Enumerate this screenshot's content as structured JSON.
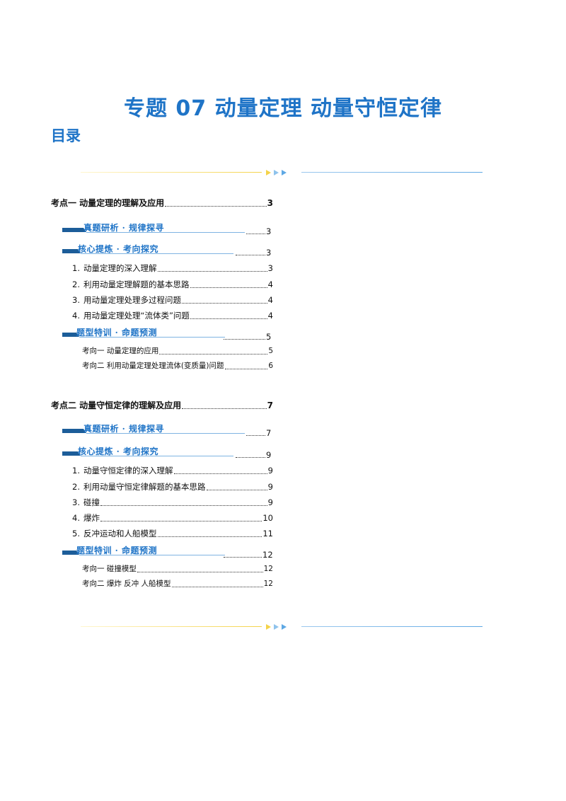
{
  "title": "专题 07  动量定理  动量守恒定律",
  "toc_label": "目录",
  "colors": {
    "accent": "#1f74c7",
    "banner_dark": "#1c5d99"
  },
  "sections": [
    {
      "heading": {
        "label": "考点一  动量定理的理解及应用",
        "page": "3"
      },
      "banners": [
        {
          "label": "真题研析 · 规律探寻",
          "page": "3"
        },
        {
          "label": "核心提炼 · 考向探究",
          "page": "3"
        }
      ],
      "items": [
        {
          "num": "1.",
          "label": "动量定理的深入理解",
          "page": "3"
        },
        {
          "num": "2.",
          "label": "利用动量定理解题的基本思路",
          "page": "4"
        },
        {
          "num": "3.",
          "label": "用动量定理处理多过程问题",
          "page": "4"
        },
        {
          "num": "4.",
          "label": "用动量定理处理“流体类”问题",
          "page": "4"
        }
      ],
      "banner3": {
        "label": "题型特训 · 命题预测",
        "page": "5"
      },
      "subs": [
        {
          "label": "考向一  动量定理的应用",
          "page": "5"
        },
        {
          "label": "考向二  利用动量定理处理流体(变质量)问题",
          "page": "6"
        }
      ]
    },
    {
      "heading": {
        "label": "考点二  动量守恒定律的理解及应用",
        "page": "7"
      },
      "banners": [
        {
          "label": "真题研析 · 规律探寻",
          "page": "7"
        },
        {
          "label": "核心提炼 · 考向探究",
          "page": "9"
        }
      ],
      "items": [
        {
          "num": "1.",
          "label": "动量守恒定律的深入理解",
          "page": "9"
        },
        {
          "num": "2.",
          "label": "利用动量守恒定律解题的基本思路",
          "page": "9"
        },
        {
          "num": "3.",
          "label": "碰撞",
          "page": "9"
        },
        {
          "num": "4.",
          "label": "爆炸",
          "page": "10"
        },
        {
          "num": "5.",
          "label": "反冲运动和人船模型",
          "page": "11"
        }
      ],
      "banner3": {
        "label": "题型特训 · 命题预测",
        "page": "12"
      },
      "subs": [
        {
          "label": "考向一  碰撞模型",
          "page": "12"
        },
        {
          "label": "考向二  爆炸  反冲  人船模型",
          "page": "12"
        }
      ]
    }
  ]
}
